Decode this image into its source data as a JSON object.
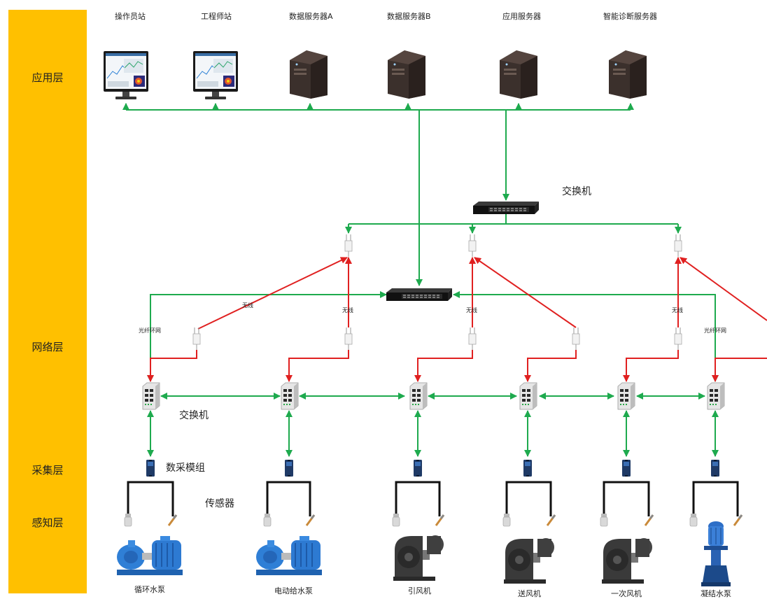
{
  "layers": {
    "application": "应用层",
    "network": "网络层",
    "collection": "采集层",
    "perception": "感知层"
  },
  "top_nodes": [
    {
      "label": "操作员站",
      "icon": "workstation-monitor-icon"
    },
    {
      "label": "工程师站",
      "icon": "workstation-monitor-icon"
    },
    {
      "label": "数据服务器A",
      "icon": "tower-server-icon"
    },
    {
      "label": "数据服务器B",
      "icon": "tower-server-icon"
    },
    {
      "label": "应用服务器",
      "icon": "tower-server-icon"
    },
    {
      "label": "智能诊断服务器",
      "icon": "tower-server-icon"
    }
  ],
  "labels": {
    "core_switch": "交换机",
    "field_switch": "交换机",
    "daq_module": "数采模组",
    "sensor": "传感器",
    "wireless": "无线",
    "fiber_ring": "光纤环网"
  },
  "equipment": [
    {
      "label": "循环水泵",
      "icon": "centrifugal-pump-icon"
    },
    {
      "label": "电动给水泵",
      "icon": "centrifugal-pump-icon"
    },
    {
      "label": "引风机",
      "icon": "industrial-fan-icon"
    },
    {
      "label": "送风机",
      "icon": "industrial-fan-icon"
    },
    {
      "label": "一次风机",
      "icon": "industrial-fan-icon"
    },
    {
      "label": "凝结水泵",
      "icon": "vertical-pump-icon"
    }
  ],
  "colors": {
    "sidebar": "#FFC000",
    "wired_link": "#1EAA4E",
    "wireless_link": "#E02020",
    "sensor_cable": "#111111"
  }
}
